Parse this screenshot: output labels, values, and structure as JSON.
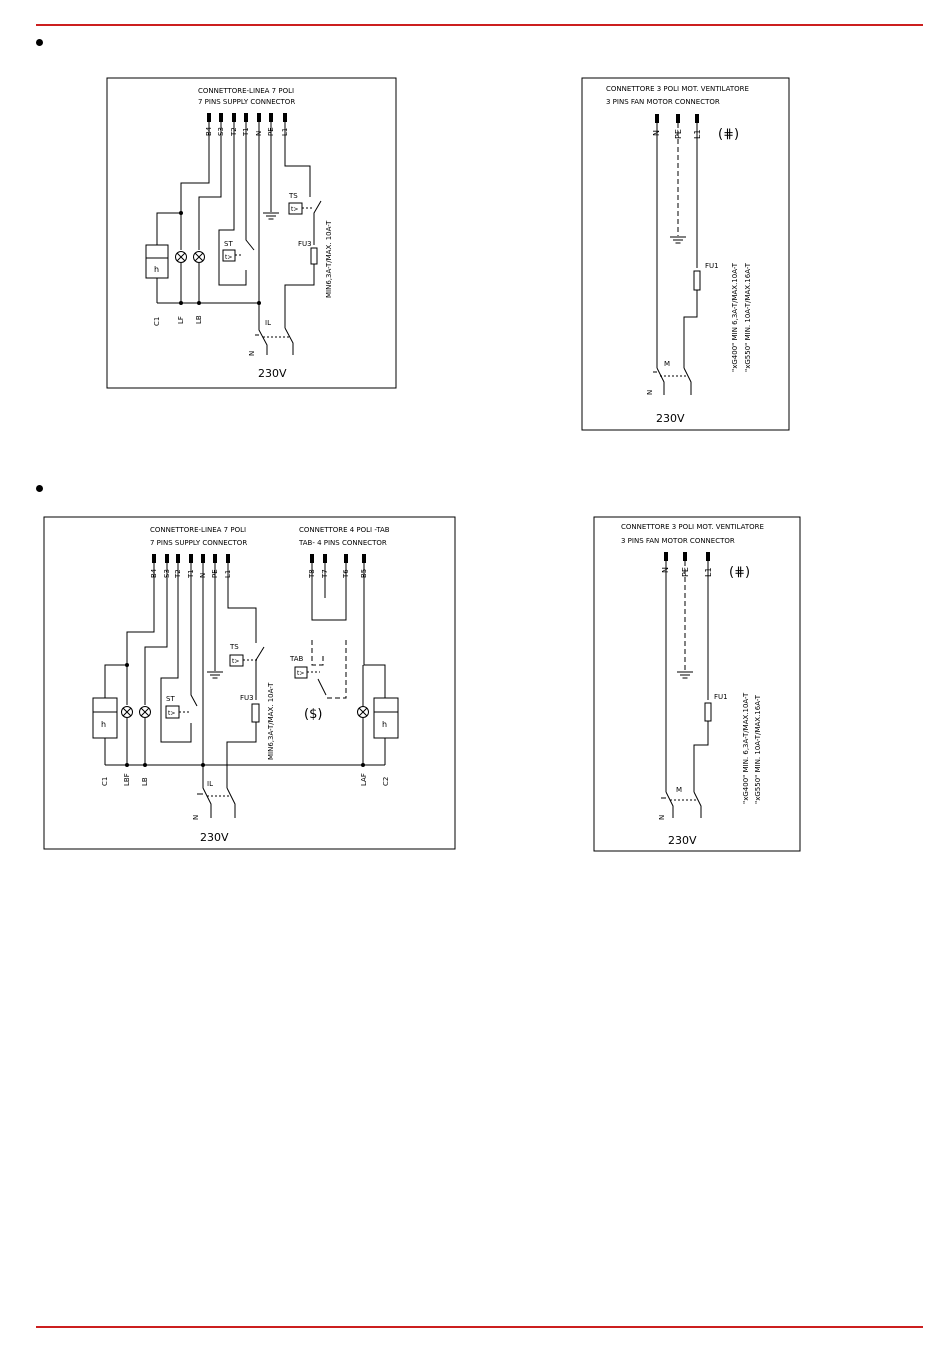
{
  "colors": {
    "rule": "#cc1f1f",
    "ink": "#000000"
  },
  "top_left": {
    "title_it": "CONNETTORE-LINEA 7 POLI",
    "title_en": "7 PINS SUPPLY CONNECTOR",
    "pins": [
      "B4",
      "S3",
      "T2",
      "T1",
      "N",
      "PE",
      "L1"
    ],
    "ts": "TS",
    "st": "ST",
    "fu": "FU3",
    "fuse_rating": "MIN6,3A-T/MAX. 10A-T",
    "thermo_glyph": "t>",
    "heater_glyph": "h",
    "bottom_labels": [
      "C1",
      "LF",
      "LB"
    ],
    "switch_label": "IL",
    "switch_n": "N",
    "voltage": "230V"
  },
  "top_right": {
    "title_it": "CONNETTORE 3 POLI MOT. VENTILATORE",
    "title_en": "3 PINS FAN MOTOR CONNECTOR",
    "pins": [
      "N",
      "PE",
      "L1"
    ],
    "symbol": "(⋕)",
    "fu": "FU1",
    "rating_1": "\"xG400\" MIN 6,3A-T/MAX.10A-T",
    "rating_2": "\"xG550\" MIN. 10A-T/MAX.16A-T",
    "switch_label": "M",
    "switch_n": "N",
    "voltage": "230V"
  },
  "bottom_left": {
    "title_it": "CONNETTORE-LINEA 7 POLI",
    "title_en": "7 PINS SUPPLY CONNECTOR",
    "pins": [
      "B4",
      "S3",
      "T2",
      "T1",
      "N",
      "PE",
      "L1"
    ],
    "title2_it": "CONNETTORE 4 POLI -TAB",
    "title2_en": "TAB- 4 PINS CONNECTOR",
    "pins2": [
      "T8",
      "T7",
      "T6",
      "B5"
    ],
    "ts": "TS",
    "st": "ST",
    "tab": "TAB",
    "fu": "FU3",
    "fuse_rating": "MIN6,3A-T/MAX. 10A-T",
    "dollar": "($)",
    "thermo_glyph": "t>",
    "heater_glyph": "h",
    "bottom_labels": [
      "C1",
      "LBF",
      "LB",
      "LAF",
      "C2"
    ],
    "switch_label": "IL",
    "switch_n": "N",
    "voltage": "230V"
  },
  "bottom_right": {
    "title_it": "CONNETTORE 3 POLI MOT. VENTILATORE",
    "title_en": "3 PINS FAN MOTOR CONNECTOR",
    "pins": [
      "N",
      "PE",
      "L1"
    ],
    "symbol": "(⋕)",
    "fu": "FU1",
    "rating_1": "\"xG400\" MIN. 6,3A-T/MAX.10A-T",
    "rating_2": "\"xG550\" MIN. 10A-T/MAX.16A-T",
    "switch_label": "M",
    "switch_n": "N",
    "voltage": "230V"
  }
}
